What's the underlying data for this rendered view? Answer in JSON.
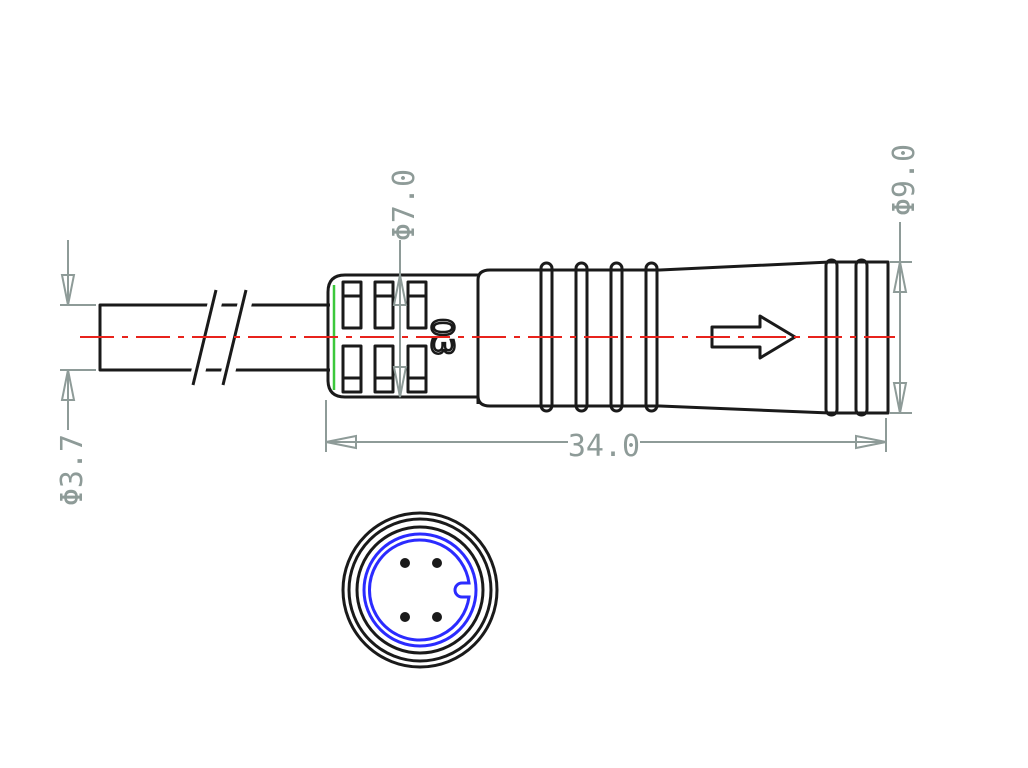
{
  "dimensions": {
    "cable_diameter": "Φ3.7",
    "overmold_diameter": "Φ7.0",
    "body_diameter": "Φ9.0",
    "overall_length": "34.0"
  },
  "part_marking": "03",
  "colors": {
    "outline": "#1a1a1a",
    "dimension": "#8e9b98",
    "centerline": "#e8231c",
    "insert": "#2b2bff",
    "edge_highlight": "#3cc83c"
  }
}
